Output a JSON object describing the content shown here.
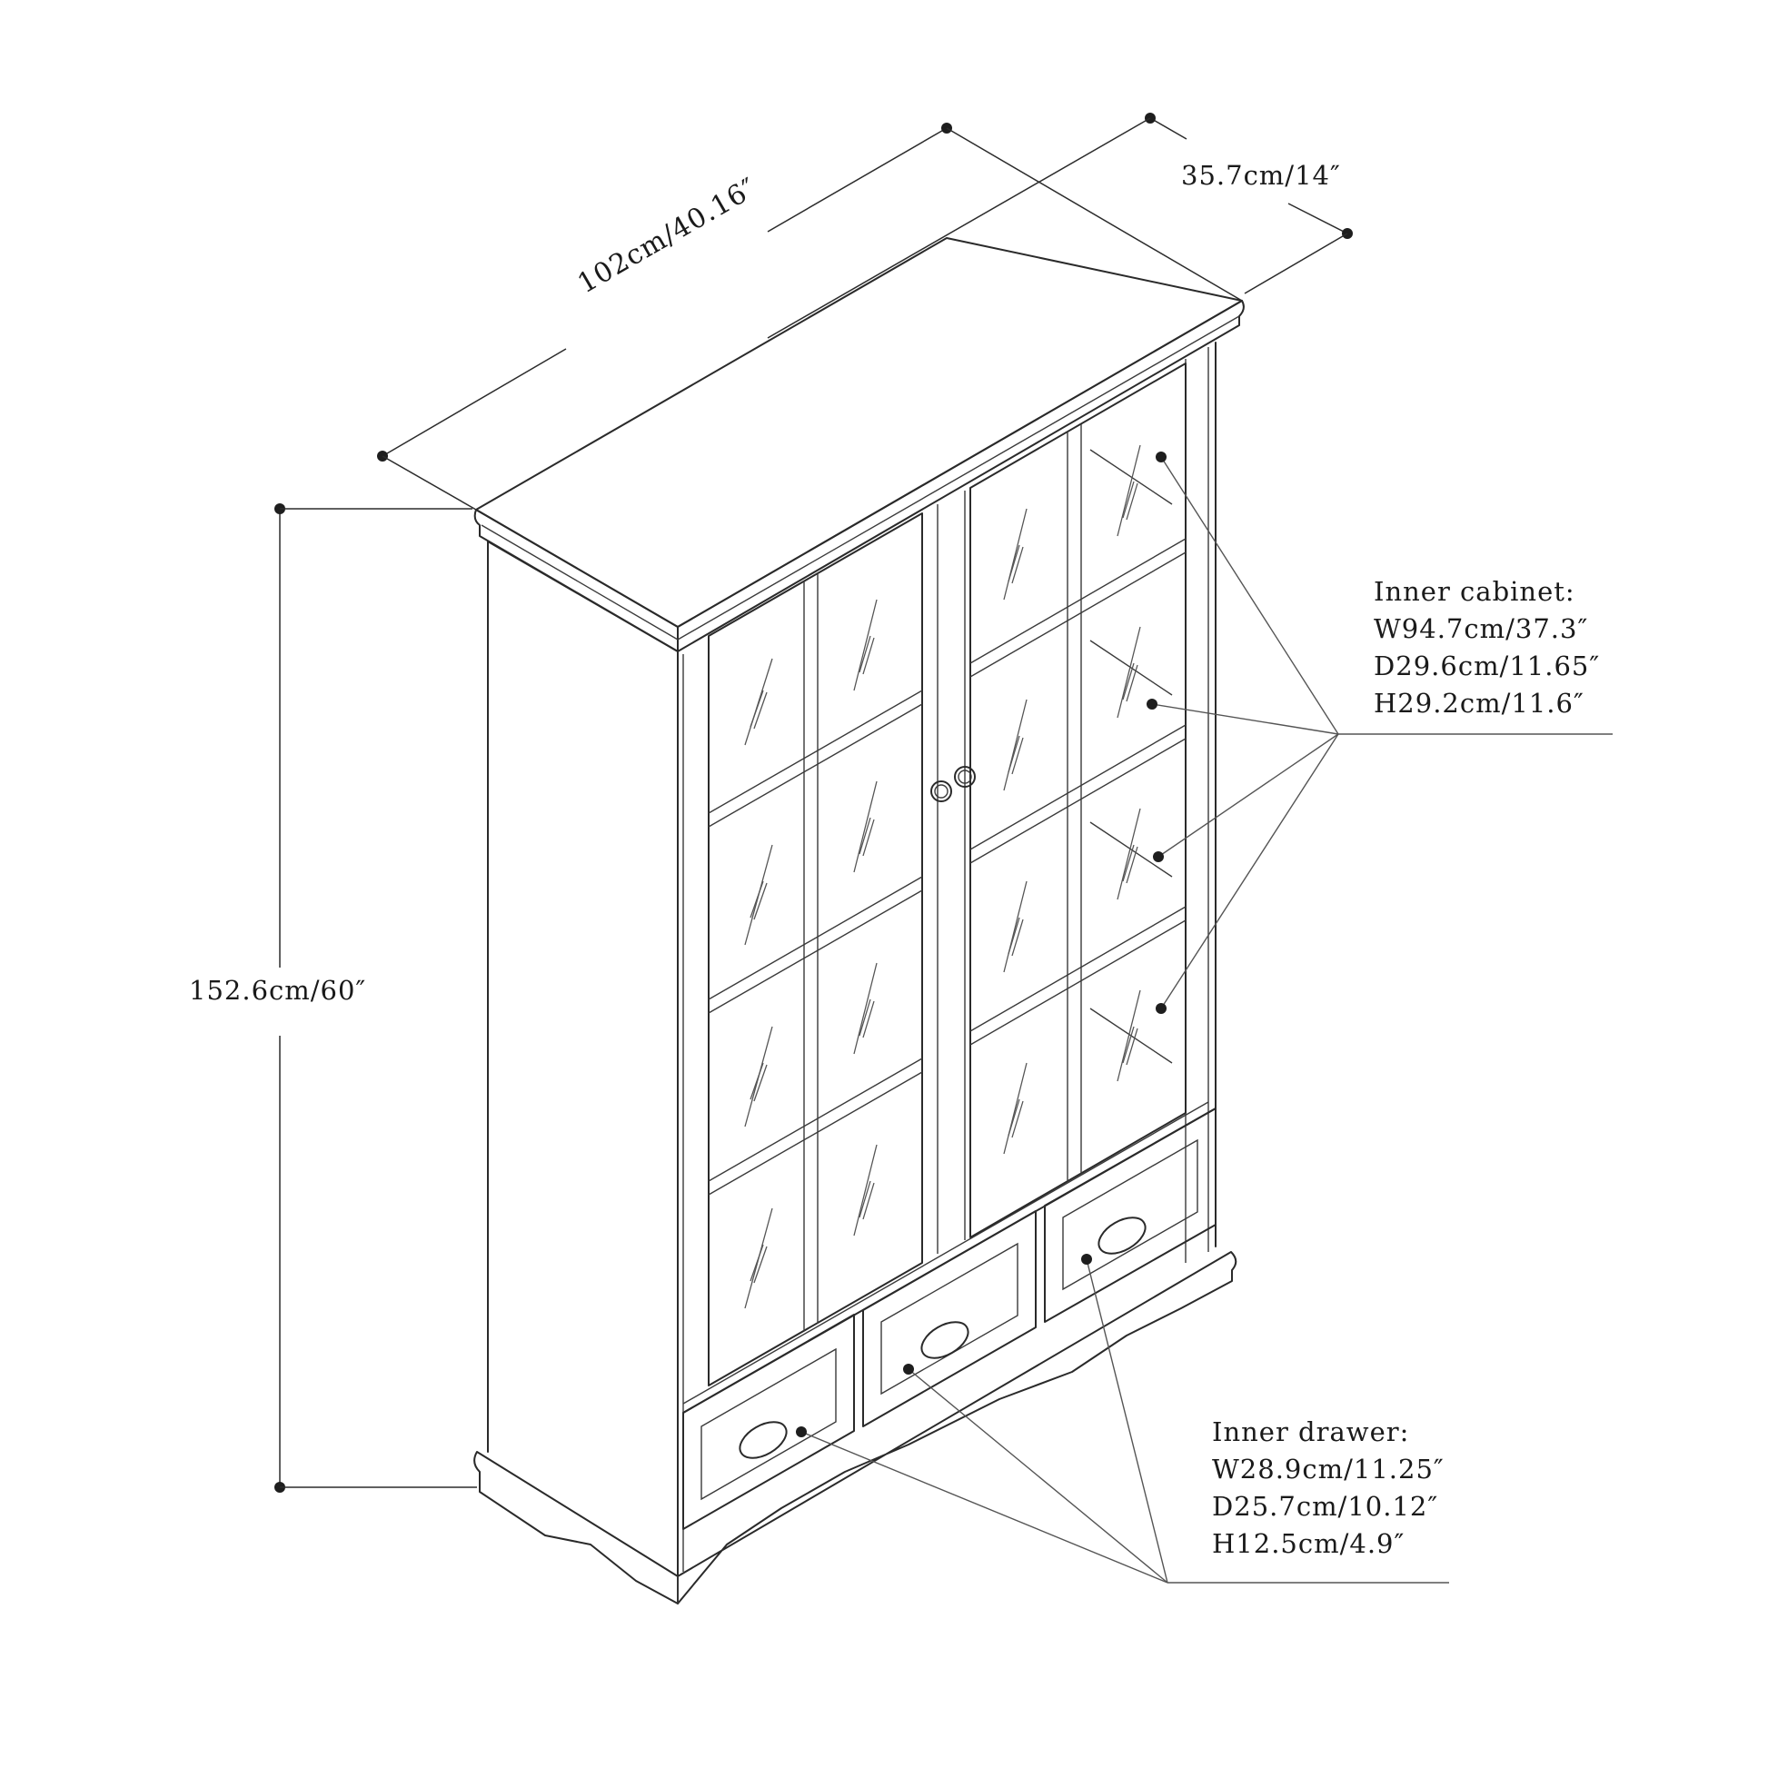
{
  "diagram": {
    "type": "product-dimension-drawing",
    "subject": "Two-door glass display cabinet with three drawers",
    "dimensions": {
      "width": "102cm/40.16″",
      "depth": "35.7cm/14″",
      "height": "152.6cm/60″"
    },
    "inner_cabinet": {
      "title": "Inner cabinet:",
      "width": "W94.7cm/37.3″",
      "depth": "D29.6cm/11.65″",
      "height": "H29.2cm/11.6″"
    },
    "inner_drawer": {
      "title": "Inner drawer:",
      "width": "W28.9cm/11.25″",
      "depth": "D25.7cm/10.12″",
      "height": "H12.5cm/4.9″"
    },
    "colors": {
      "line": "#2a2a2a",
      "background": "#ffffff"
    }
  }
}
